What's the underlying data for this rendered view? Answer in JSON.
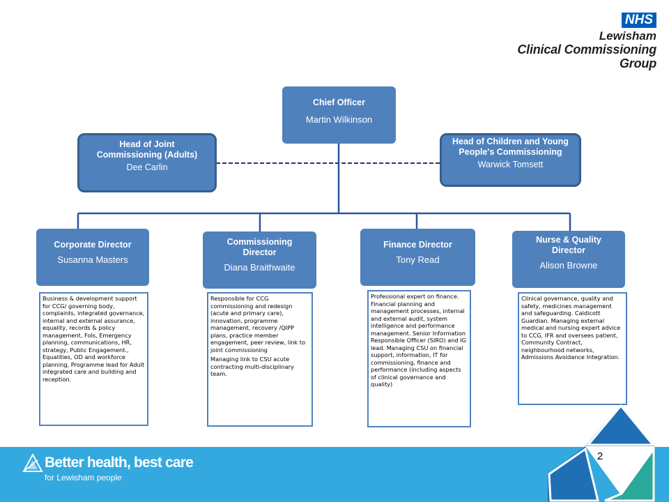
{
  "header": {
    "nhs_badge": "NHS",
    "org_line1": "Lewisham",
    "org_line2": "Clinical Commissioning Group"
  },
  "chief": {
    "title": "Chief Officer",
    "name": "Martin Wilkinson"
  },
  "heads": [
    {
      "title": "Head of Joint Commissioning (Adults)",
      "name": "Dee Carlin"
    },
    {
      "title": "Head of Children and Young People's Commissioning",
      "name": "Warwick Tomsett"
    }
  ],
  "directors": [
    {
      "title": "Corporate Director",
      "name": "Susanna Masters",
      "description": [
        "Business & development support for CCG/ governing body, complaints, integrated governance, internal and external assurance, equality, records & policy management, FoIs, Emergency planning, communications, HR, strategy, Public Engagement., Equalities, OD and workforce planning, Programme lead for Adult integrated care and building and reception."
      ]
    },
    {
      "title": "Commissioning Director",
      "name": "Diana Braithwaite",
      "description": [
        "Responsible for CCG commissioning and redesign (acute and primary care), innovation, programme management, recovery /QIPP plans, practice member engagement, peer review, link to joint commissioning",
        "Managing link to CSU acute contracting multi-disciplinary team."
      ]
    },
    {
      "title": "Finance Director",
      "name": "Tony Read",
      "description": [
        "Professional expert on finance. Financial planning and management processes, internal and external audit, system intelligence and performance management. Senior Information Responsible Officer (SIRO) and IG lead. Managing CSU on financial support, information, IT for commissioning, finance and performance (including aspects of clinical governance and quality)"
      ]
    },
    {
      "title": "Nurse & Quality Director",
      "name": "Alison Browne",
      "description": [
        "Clinical governance, quality and safety, medicines management and safeguarding. Caldicott Guardian. Managing external medical and nursing expert advice to CCG, IFR and oversees patient, Community Contract, neighbourhood networks, Admissions Avoidance Integration."
      ]
    }
  ],
  "footer": {
    "tagline": "Better health, best care",
    "subline": "for Lewisham people",
    "page_number": "2"
  },
  "colors": {
    "box_fill": "#4f81bd",
    "box_border": "#385d8a",
    "connector": "#2f5597",
    "footer_blue": "#33a9df",
    "nhs_blue": "#005eb8",
    "triangle_dark": "#1f6fb5",
    "triangle_teal": "#2aa89a"
  }
}
